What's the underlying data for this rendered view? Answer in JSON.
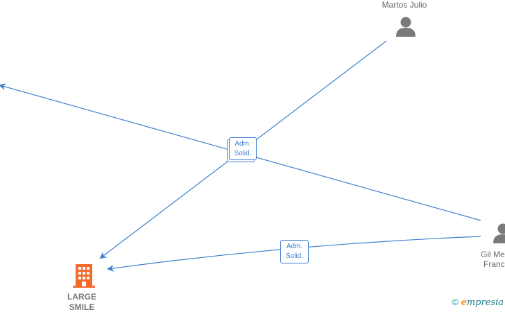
{
  "nodes": {
    "person_top": {
      "name": "Martos Julio"
    },
    "person_right": {
      "name_line1": "Gil Me",
      "name_line2": "Franc"
    },
    "company": {
      "name_line1": "LARGE",
      "name_line2": "SMILE"
    }
  },
  "edges": {
    "label_center": {
      "line1": "Adm.",
      "line2": "Solid."
    },
    "label_bottom": {
      "line1": "Adm.",
      "line2": "Solid."
    }
  },
  "colors": {
    "edge": "#3d7fd0",
    "person_icon": "#7a7a7a",
    "company_icon": "#f26b2a"
  },
  "watermark": {
    "copyright": "©",
    "brand_first": "e",
    "brand_rest": "mpresia"
  }
}
